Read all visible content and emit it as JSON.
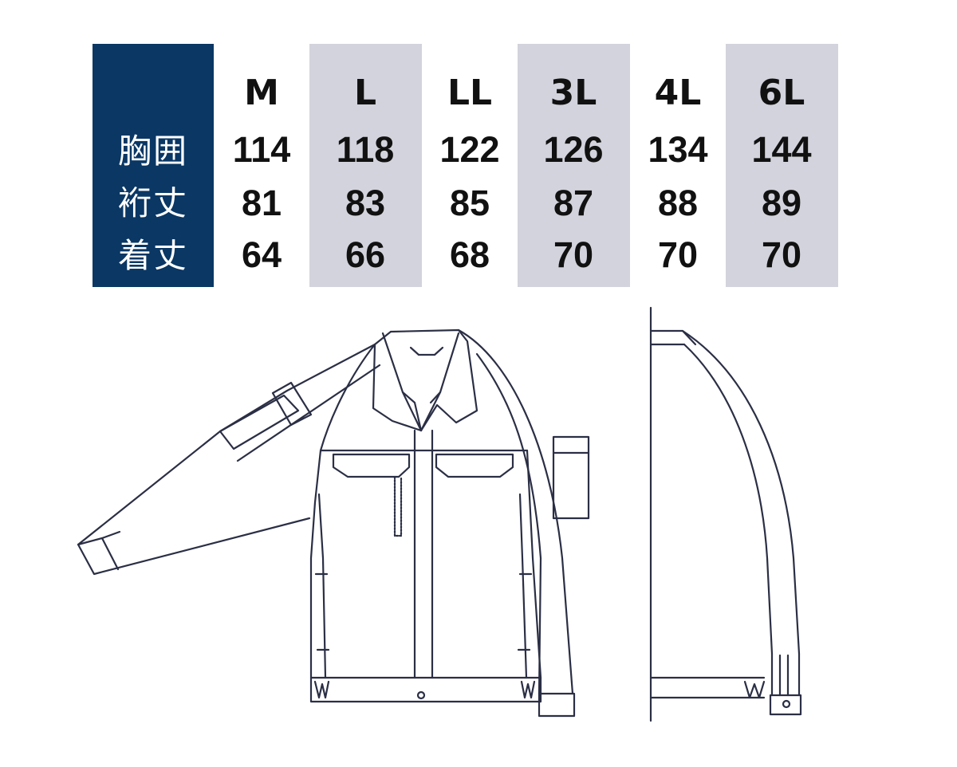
{
  "table": {
    "sizes": [
      "M",
      "L",
      "LL",
      "3L",
      "4L",
      "6L"
    ],
    "rows": [
      {
        "label": "胸囲",
        "values": [
          "114",
          "118",
          "122",
          "126",
          "134",
          "144"
        ]
      },
      {
        "label": "裄丈",
        "values": [
          "81",
          "83",
          "85",
          "87",
          "88",
          "89"
        ]
      },
      {
        "label": "着丈",
        "values": [
          "64",
          "66",
          "68",
          "70",
          "70",
          "70"
        ]
      }
    ]
  },
  "colors": {
    "header_block": "#0a3764",
    "shaded_column": "#d2d3dc",
    "line_art": "#2b2f45"
  },
  "illustration": {
    "views": [
      "jacket-front-view",
      "jacket-side-view"
    ]
  }
}
